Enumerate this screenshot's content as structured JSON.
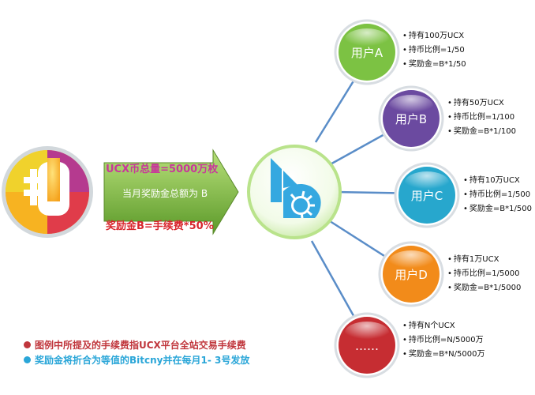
{
  "arrow": {
    "total_supply": "UCX币总量=5000万枚",
    "monthly_reward": "当月奖励金总额为 B",
    "reward_formula": "奖励金B=手续费*50%"
  },
  "users": [
    {
      "label": "用户A",
      "color": "#7cc243",
      "lines": [
        "持有100万UCX",
        "持币比例=1/50",
        "奖励金=B*1/50"
      ]
    },
    {
      "label": "用户B",
      "color": "#6b4aa0",
      "lines": [
        "持有50万UCX",
        "持币比例=1/100",
        "奖励金=B*1/100"
      ]
    },
    {
      "label": "用户C",
      "color": "#27a7cd",
      "lines": [
        "持有10万UCX",
        "持币比例=1/500",
        "奖励金=B*1/500"
      ]
    },
    {
      "label": "用户D",
      "color": "#f28b1a",
      "lines": [
        "持有1万UCX",
        "持币比例=1/5000",
        "奖励金=B*1/5000"
      ]
    },
    {
      "label": "……",
      "color": "#c62d32",
      "lines": [
        "持有N个UCX",
        "持币比例=N/5000万",
        "奖励金=B*N/5000万"
      ]
    }
  ],
  "notes": [
    {
      "text": "图例中所提及的手续费指UCX平台全站交易手续费",
      "color": "#c0363c"
    },
    {
      "text": "奖励金将折合为等值的Bitcny并在每月1- 3号发放",
      "color": "#2aa6d8"
    }
  ],
  "colors": {
    "arrow": "#6aa82e",
    "hub_ring": "#9bd35a",
    "connector": "#5a8dc8",
    "bitshares_blue": "#35a8e0"
  }
}
